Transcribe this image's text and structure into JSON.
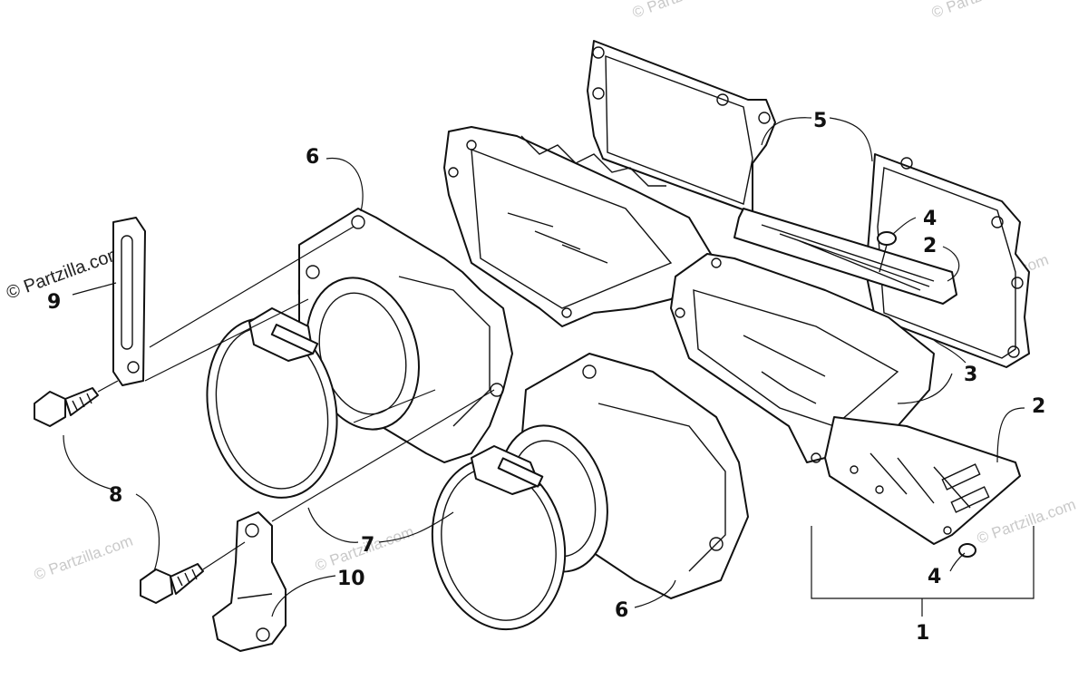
{
  "watermarks": {
    "corner": "© Partzilla.com",
    "faint": "© Partzilla.com"
  },
  "callouts": [
    {
      "id": "c1",
      "label": "1"
    },
    {
      "id": "c2a",
      "label": "2"
    },
    {
      "id": "c2b",
      "label": "2"
    },
    {
      "id": "c3",
      "label": "3"
    },
    {
      "id": "c4a",
      "label": "4"
    },
    {
      "id": "c4b",
      "label": "4"
    },
    {
      "id": "c5",
      "label": "5"
    },
    {
      "id": "c6a",
      "label": "6"
    },
    {
      "id": "c6b",
      "label": "6"
    },
    {
      "id": "c7",
      "label": "7"
    },
    {
      "id": "c8",
      "label": "8"
    },
    {
      "id": "c9",
      "label": "9"
    },
    {
      "id": "c10",
      "label": "10"
    }
  ]
}
